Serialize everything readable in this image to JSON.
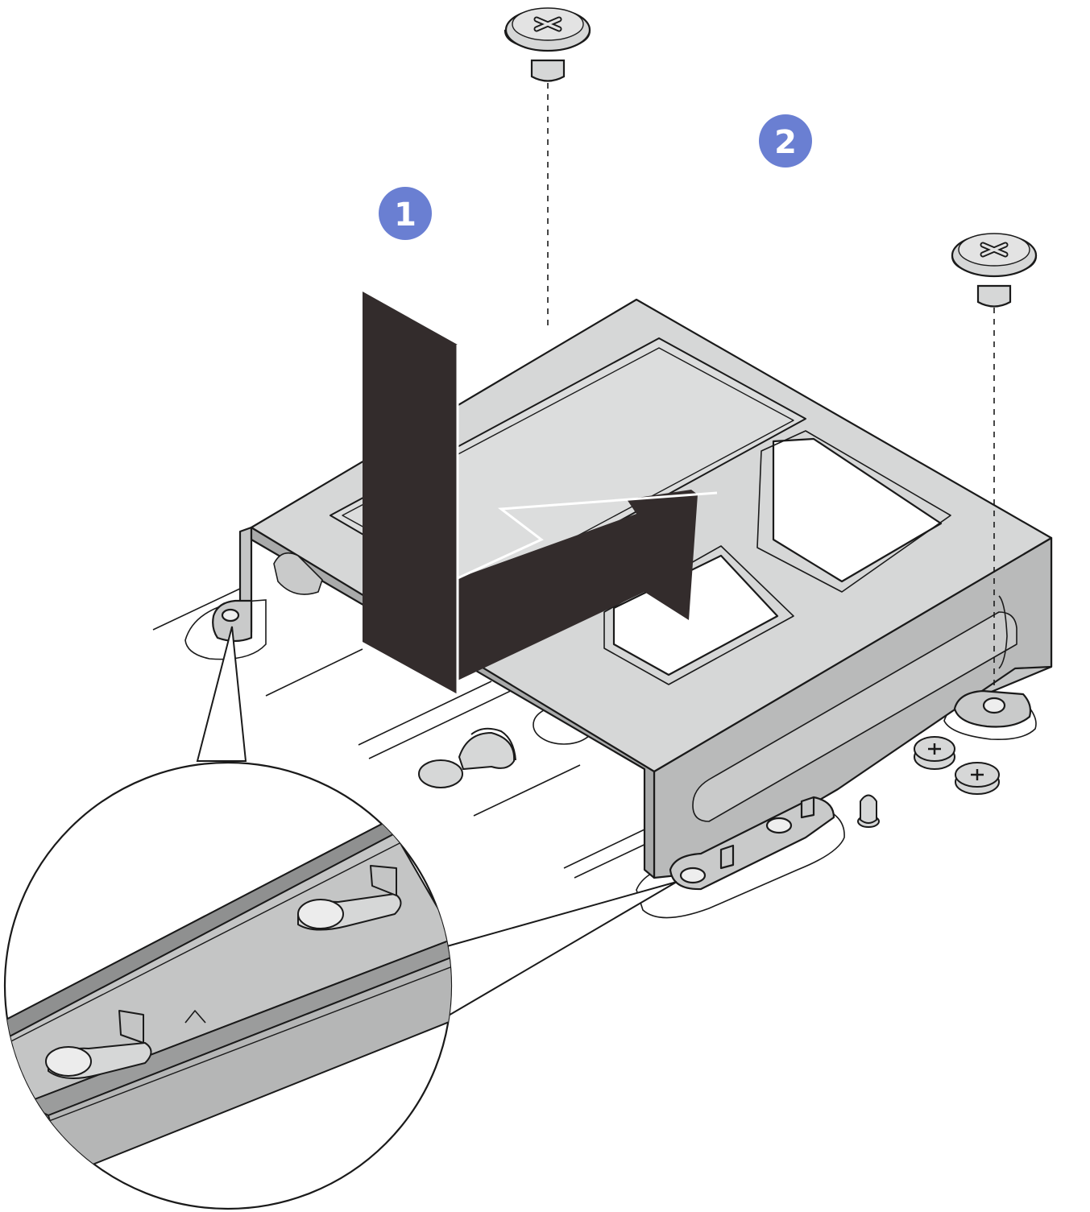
{
  "diagram": {
    "steps": [
      {
        "number": "1",
        "action": "lower-and-slide"
      },
      {
        "number": "2",
        "action": "install-screws"
      }
    ],
    "colors": {
      "step_badge": "#6a7fd2",
      "arrow": "#332c2c",
      "metal": "#d6d7d7",
      "metal_dark": "#a9aaaa",
      "outline": "#1a1a1a"
    },
    "parts": [
      "bracket",
      "screw",
      "screw",
      "guide-pin",
      "keyhole-slot",
      "detail-magnifier"
    ]
  }
}
